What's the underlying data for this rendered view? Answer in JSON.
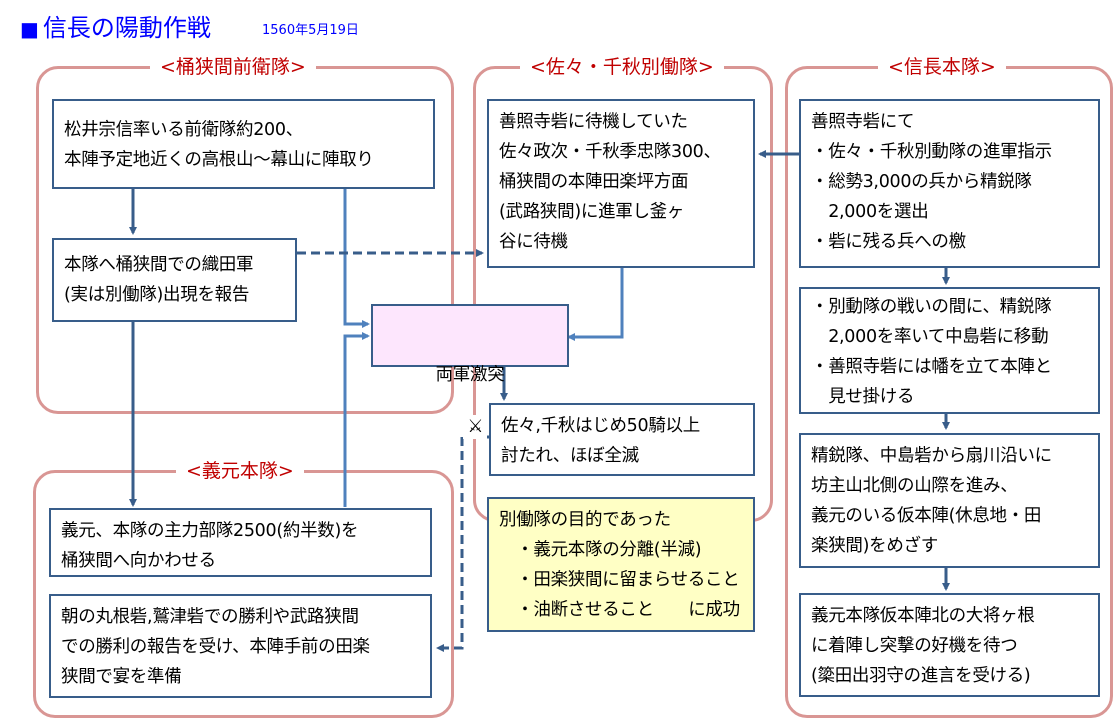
{
  "header": {
    "bullet_icon": "black-square",
    "title": "信長の陽動作戦",
    "date": "1560年5月19日"
  },
  "groups": {
    "okehazama_vanguard": {
      "label": "<桶狭間前衛隊>"
    },
    "sassa_chiaki_detachment": {
      "label": "<佐々・千秋別働隊>"
    },
    "nobunaga_main": {
      "label": "<信長本隊>"
    },
    "yoshimoto_main": {
      "label": "<義元本隊>"
    }
  },
  "boxes": {
    "vanguard_camp": "松井宗信率いる前衛隊約200、\n本陣予定地近くの高根山～幕山に陣取り",
    "vanguard_report": "本隊へ桶狭間での織田軍\n(実は別働隊)出現を報告",
    "clash": {
      "title": "両軍激突",
      "icon": "crossed-swords-icon",
      "icon_glyph": "⚔"
    },
    "detachment_advance": "善照寺砦に待機していた\n佐々政次・千秋季忠隊300、\n桶狭間の本陣田楽坪方面\n(武路狭間)に進軍し釜ヶ\n谷に待機",
    "detachment_wiped": "佐々,千秋はじめ50騎以上\n討たれ、ほぼ全滅",
    "detachment_purpose": "別働隊の目的であった\n　・義元本隊の分離(半減)\n　・田楽狭間に留まらせること\n　・油断させること　　に成功",
    "nobunaga_orders": "善照寺砦にて\n・佐々・千秋別動隊の進軍指示\n・総勢3,000の兵から精鋭隊\n　2,000を選出\n・砦に残る兵への檄",
    "nobunaga_move": "・別動隊の戦いの間に、精鋭隊\n　2,000を率いて中島砦に移動\n・善照寺砦には幡を立て本陣と\n　見せ掛ける",
    "nobunaga_march": "精鋭隊、中島砦から扇川沿いに\n坊主山北側の山際を進み、\n義元のいる仮本陣(休息地・田\n楽狭間)をめざす",
    "nobunaga_wait": "義元本隊仮本陣北の大将ヶ根\nに着陣し突撃の好機を待つ\n(簗田出羽守の進言を受ける)",
    "yoshimoto_send": "義元、本隊の主力部隊2500(約半数)を\n桶狭間へ向かわせる",
    "yoshimoto_feast": "朝の丸根砦,鷲津砦での勝利や武路狭間\nでの勝利の報告を受け、本陣手前の田楽\n狭間で宴を準備"
  },
  "colors": {
    "title": "#0000ff",
    "group_border": "#d99694",
    "group_label": "#c00000",
    "box_border": "#385d8a",
    "arrow": "#4f81bd",
    "clash_fill": "#fde6fd",
    "purpose_fill": "#ffffc5"
  }
}
